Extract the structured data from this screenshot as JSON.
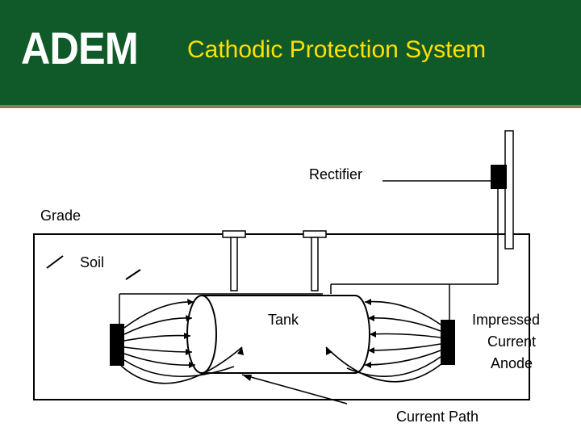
{
  "header": {
    "logo_text": "ADEM",
    "title": "Cathodic Protection System"
  },
  "colors": {
    "header_bg": "#0f5a28",
    "title_text": "#ffe000",
    "rule": "#8a7d55"
  },
  "diagram": {
    "rectifier_label": "Rectifier",
    "grade_label": "Grade",
    "soil_label": "Soil",
    "tank_label": "Tank",
    "anode_label_line1": "Impressed",
    "anode_label_line2": "Current",
    "anode_label_line3": "Anode",
    "current_path_label": "Current Path"
  }
}
